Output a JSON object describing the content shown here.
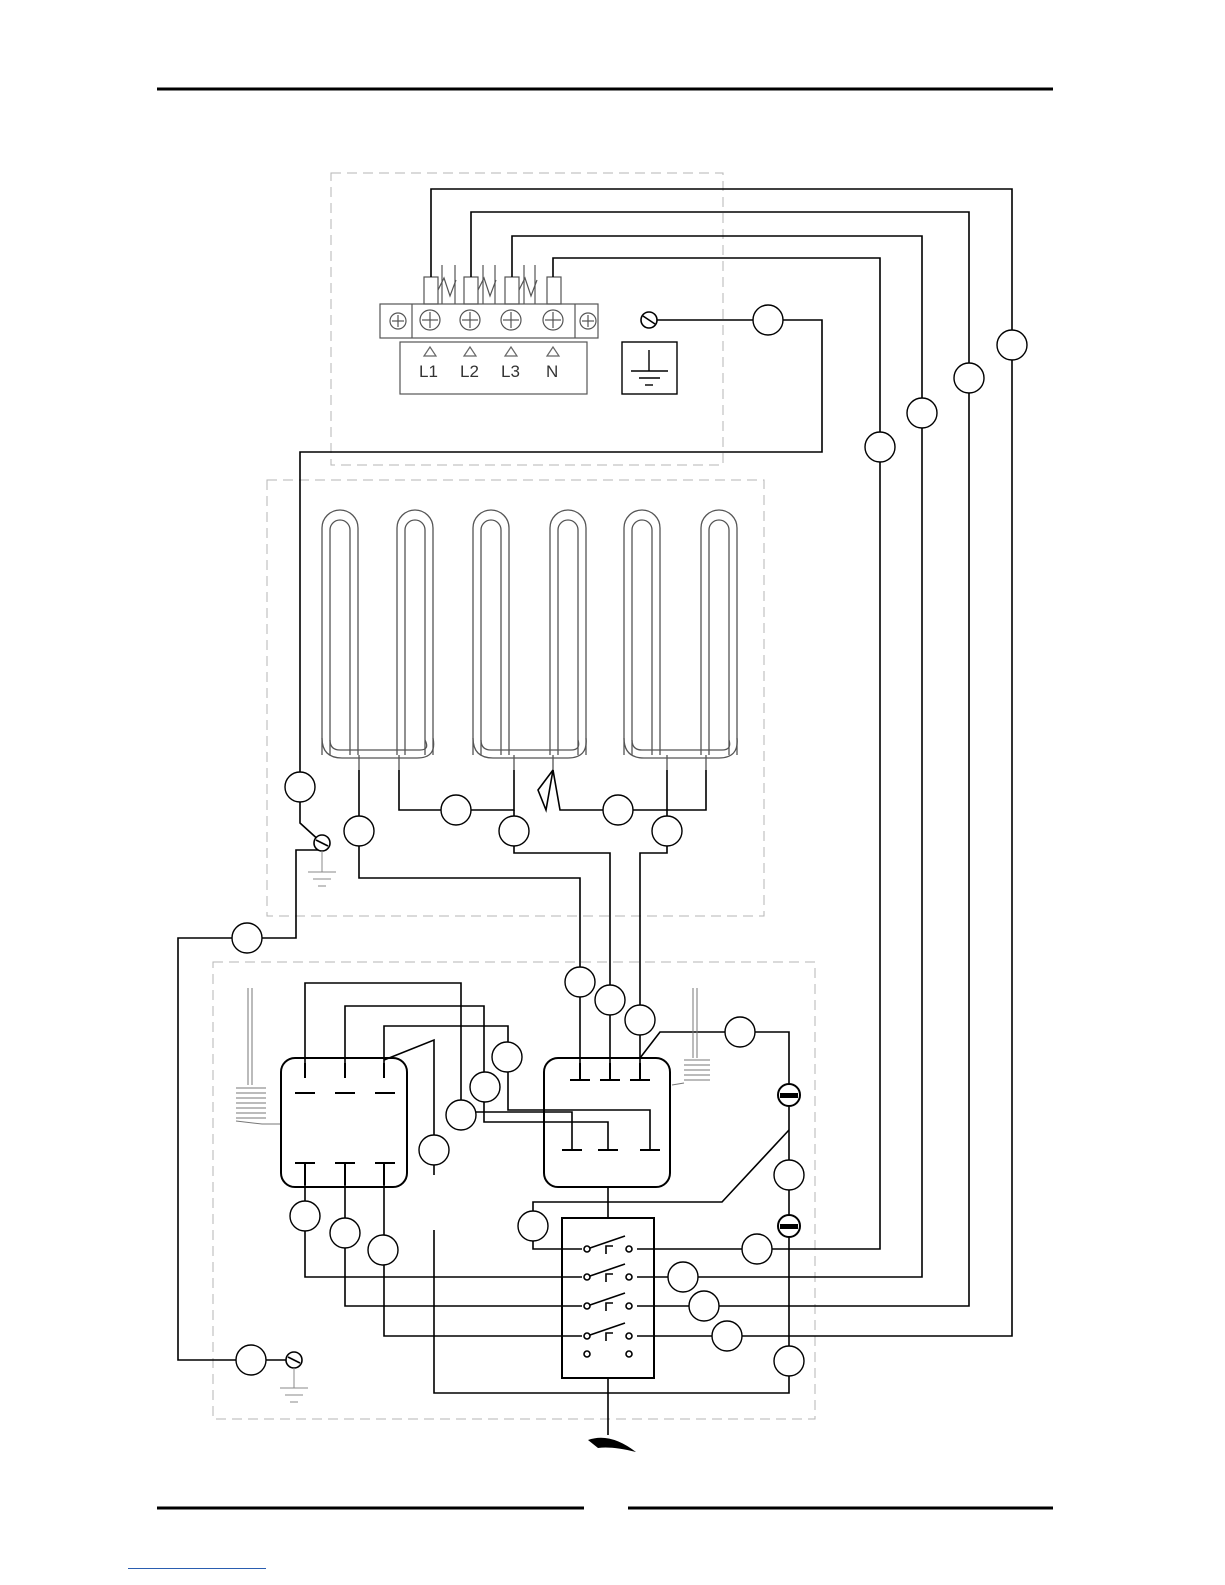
{
  "diagram": {
    "type": "wiring-schematic",
    "terminal_block": {
      "labels": [
        "L1",
        "L2",
        "L3",
        "N"
      ]
    },
    "icons": {
      "earth": "ground-symbol-icon",
      "heating_elements": "heating-element-icon",
      "thermostat_bulb": "sensor-coil-icon",
      "pilot_lamp": "indicator-lamp-icon",
      "main_switch": "rotary-switch-icon",
      "power_cable": "cable-icon"
    },
    "colors": {
      "line": "#000000",
      "dashed_enclosure": "#b0b0b0",
      "terminal_block": "#555555"
    }
  }
}
